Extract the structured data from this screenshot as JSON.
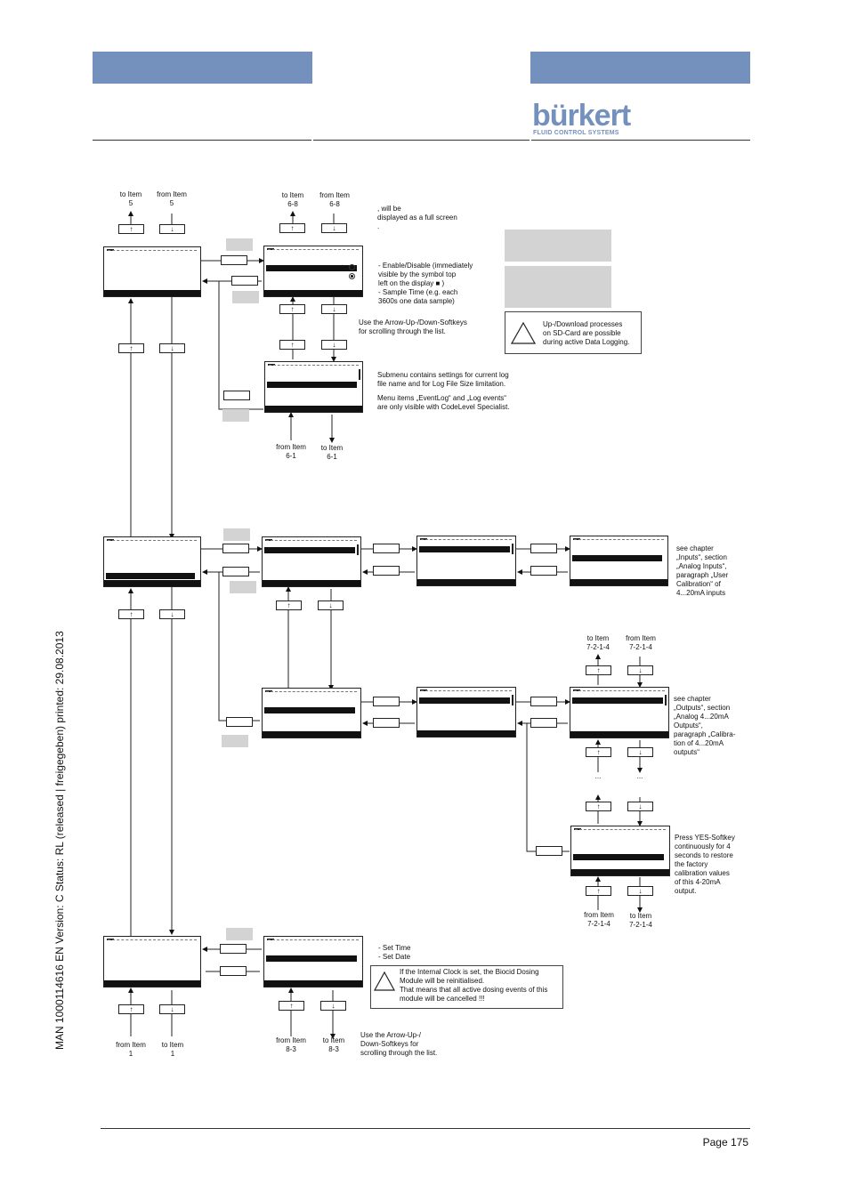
{
  "footer": {
    "page": "Page 175"
  },
  "side_text": "MAN  1000114616  EN  Version: C  Status: RL (released | freigegeben)  printed: 29.08.2013",
  "logo": {
    "word": "bürkert",
    "sub": "FLUID CONTROL SYSTEMS"
  },
  "labels": {
    "to_item_5": "to Item\n5",
    "from_item_5": "from Item\n5",
    "to_item_6_8": "to Item\n6-8",
    "from_item_6_8": "from Item\n6-8",
    "from_item_6_1": "from Item\n6-1",
    "to_item_6_1": "to Item\n6-1",
    "to_item_7214_a": "to Item\n7-2-1-4",
    "from_item_7214_a": "from Item\n7-2-1-4",
    "from_item_7214_b": "from Item\n7-2-1-4",
    "to_item_7214_b": "to Item\n7-2-1-4",
    "from_item_1": "from Item\n1",
    "to_item_1": "to Item\n1",
    "from_item_8_3": "from Item\n8-3",
    "to_item_8_3": "to Item\n8-3",
    "dots_left": "...",
    "dots_right": "..."
  },
  "notes": {
    "full_screen": ",                       will be\ndisplayed as a full screen\n                              .",
    "enable_disable": "- Enable/Disable (immediately\n   visible by the symbol top\n   left on the display ■ )\n- Sample Time (e.g. each\n   3600s one data sample)",
    "arrow_scroll_1": "Use the Arrow-Up-/Down-Softkeys\nfor scrolling through the list.",
    "submenu": "Submenu                contains settings for current log\nfile name and for Log File Size limitation.",
    "menu_items": "Menu items „EventLog“ and „Log events“\nare only visible with CodeLevel Specialist.",
    "inputs_ref": "see chapter\n„Inputs“, section\n„Analog Inputs“,\nparagraph „User\nCalibration“ of\n4...20mA inputs",
    "outputs_ref": "see chapter\n„Outputs“, section\n„Analog 4...20mA\nOutputs“,\nparagraph „Calibra-\ntion of 4...20mA\noutputs“",
    "press_yes": "Press YES-Softkey\ncontinuously for 4\nseconds to restore\nthe factory\ncalibration values\nof this 4-20mA\noutput.",
    "set_time_date": "- Set Time\n- Set Date",
    "arrow_scroll_2": "Use the Arrow-Up-/\nDown-Softkeys for\nscrolling through the list."
  },
  "warnings": {
    "sd_card": "Up-/Download processes\non SD-Card are possible\nduring active Data Logging.",
    "clock": "If the Internal Clock is set, the Biocid Dosing\nModule will be reinitialised.\nThat means that all active dosing events of this\nmodule will be cancelled !!!"
  },
  "colors": {
    "header_bar": "#7490bd",
    "grey_fill": "#d3d3d3",
    "logo": "#7490bd"
  },
  "icons": {
    "up": "up-arrow-icon",
    "down": "down-arrow-icon",
    "warning": "warning-triangle-icon"
  }
}
